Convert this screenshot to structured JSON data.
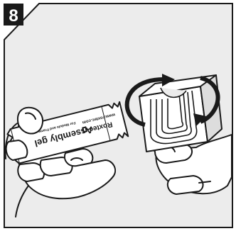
{
  "step": {
    "number": "8"
  },
  "sachet": {
    "brand": "Roxtec",
    "product": "Assembly gel",
    "usage": "For Module and Frame",
    "website": "www.roxtec.com"
  },
  "colors": {
    "panel": "#ececec",
    "outline": "#1a1a1a",
    "badge": "#1a1a1a",
    "badge_text": "#ffffff",
    "skin": "#ffffff"
  },
  "icons": [
    "rotate-arrow-icon"
  ]
}
